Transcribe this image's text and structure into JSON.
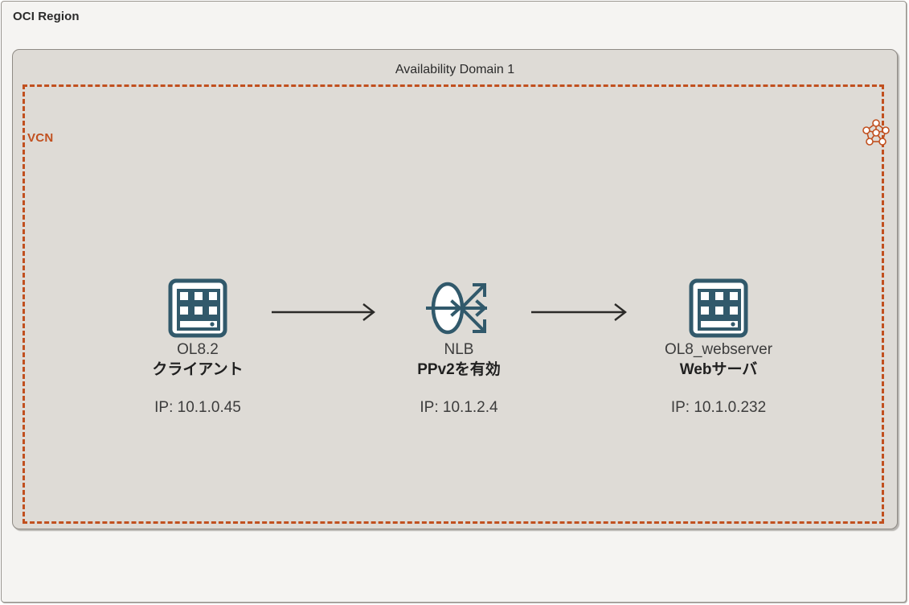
{
  "region": {
    "title": "OCI Region"
  },
  "availability_domain": {
    "title": "Availability Domain 1"
  },
  "vcn": {
    "label": "VCN",
    "icon": "vcn-network-icon",
    "border_color": "#c1501f"
  },
  "colors": {
    "region_background": "#f5f4f2",
    "ad_background": "#dedbd6",
    "vcn_orange": "#c1501f",
    "icon_teal": "#31596b",
    "arrow": "#2b2a28",
    "text_dark": "#3c3c3c"
  },
  "nodes": [
    {
      "id": "client",
      "icon": "server-icon",
      "name": "OL8.2",
      "role": "クライアント",
      "ip": "IP: 10.1.0.45"
    },
    {
      "id": "nlb",
      "icon": "load-balancer-icon",
      "name": "NLB",
      "role": "PPv2を有効",
      "ip": "IP: 10.1.2.4"
    },
    {
      "id": "webserver",
      "icon": "server-icon",
      "name": "OL8_webserver",
      "role": "Webサーバ",
      "ip": "IP: 10.1.0.232"
    }
  ],
  "connections": [
    {
      "id": "client-to-nlb",
      "from": "client",
      "to": "nlb",
      "style": "solid-arrow"
    },
    {
      "id": "nlb-to-webserver",
      "from": "nlb",
      "to": "webserver",
      "style": "solid-arrow"
    }
  ]
}
